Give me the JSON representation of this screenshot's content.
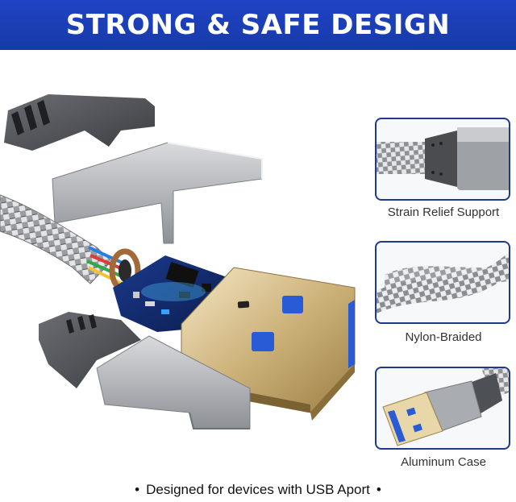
{
  "banner": {
    "title": "STRONG & SAFE DESIGN"
  },
  "colors": {
    "banner_blue": "#1f43c4",
    "card_border": "#1f3a8a",
    "usb_blue": "#2a5bd6"
  },
  "features": [
    {
      "label": "Strain Relief Support",
      "icon": "strain-relief-icon"
    },
    {
      "label": "Nylon-Braided",
      "icon": "nylon-braid-icon"
    },
    {
      "label": "Aluminum Case",
      "icon": "aluminum-case-icon"
    }
  ],
  "footer": {
    "bullet": "•",
    "note": "Designed for devices with USB Aport"
  }
}
